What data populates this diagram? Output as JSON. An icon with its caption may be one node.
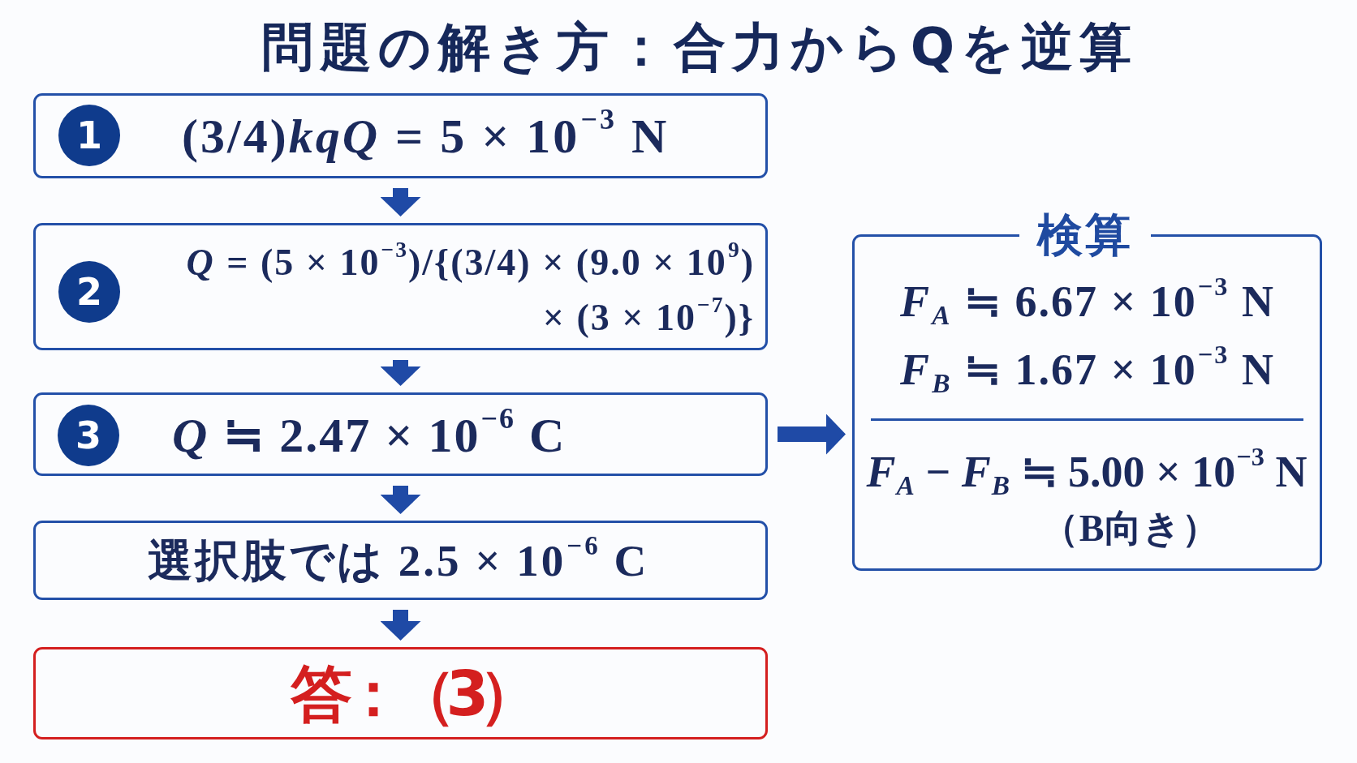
{
  "diagram": {
    "title": "問題の解き方：合力からQを逆算",
    "nodes": [
      {
        "text": [
          "(3/4)*kqQ* = 5 × 10$^{−3}$ N"
        ]
      },
      {
        "text": [
          "1"
        ],
        "in": 0
      },
      {
        "text": [
          "*Q* = (5 × 10$^{−3}$)/{(3/4) × (9.0 × 10$^{9}$) × (3 × 10$^{−7}$)}"
        ]
      },
      {
        "text": [
          "2"
        ],
        "in": 2
      },
      {
        "text": [
          "*Q* ≒ 2.47 × 10$^{−6}$ C"
        ]
      },
      {
        "text": [
          "3"
        ],
        "in": 4
      },
      {
        "text": [
          "選択肢では 2.5 × 10$^{−6}$ C"
        ]
      },
      {
        "text": [
          "答：（3）"
        ]
      },
      {
        "text": [
          "検算",
          "*F*$_{A}$ ≒ 6.67 × 10$^{−3}$ N",
          "*F*$_{B}$ ≒ 1.67 × 10$^{−3}$ N",
          "*F*$_{A}$ − *F*$_{B}$ ≒ 5.00 × 10$^{−3}$ N",
          "（B向き）"
        ]
      }
    ],
    "edges": [
      {
        "from": 0,
        "to": 2,
        "arrow": "to"
      },
      {
        "from": 2,
        "to": 4,
        "arrow": "to"
      },
      {
        "from": 4,
        "to": 6,
        "arrow": "to"
      },
      {
        "from": 6,
        "to": 7,
        "arrow": "to"
      },
      {
        "from": 4,
        "to": 8,
        "arrow": "to"
      }
    ]
  }
}
